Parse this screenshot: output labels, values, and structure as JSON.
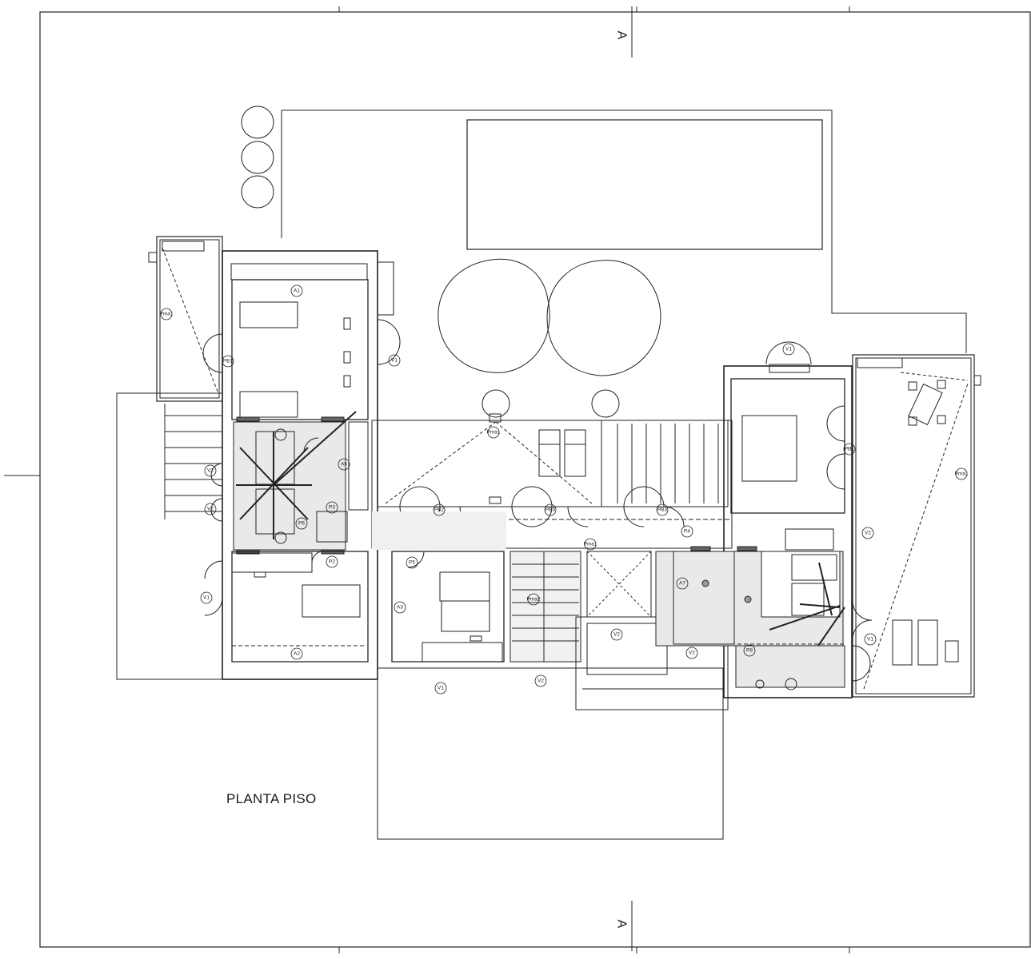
{
  "title": "PLANTA PISO",
  "section_marks": {
    "top": "A",
    "bottom": "A"
  },
  "colors": {
    "line": "#222222",
    "fill_wet": "#e9e9e9",
    "background": "#ffffff"
  },
  "room_tags": {
    "a1": "A1",
    "a2": "A2",
    "a3": "A3",
    "a5": "A5",
    "a7": "A7",
    "pb1_left": "PB1",
    "pb1_right": "PB1",
    "pb2": "PB2",
    "pb3": "PB3",
    "pb3_r": "PB3",
    "p2": "P2",
    "p3": "P3",
    "p4": "P4",
    "p5": "P5",
    "p6": "P6",
    "p8": "P8",
    "v1_tl": "V1",
    "v1_l": "V1",
    "v1_top": "V1",
    "v1_right": "V1",
    "v1_bot": "V1",
    "v2_l1": "V2",
    "v2_l2": "V2",
    "v2_mid": "V2",
    "v2_r": "V2",
    "v2_bot": "V2",
    "v2_br": "V2",
    "pma_1": "Pma1",
    "pma_2": "Pma1",
    "pma_3": "Pma1",
    "pma_4": "Pma2",
    "pma_5": "Pma1"
  }
}
